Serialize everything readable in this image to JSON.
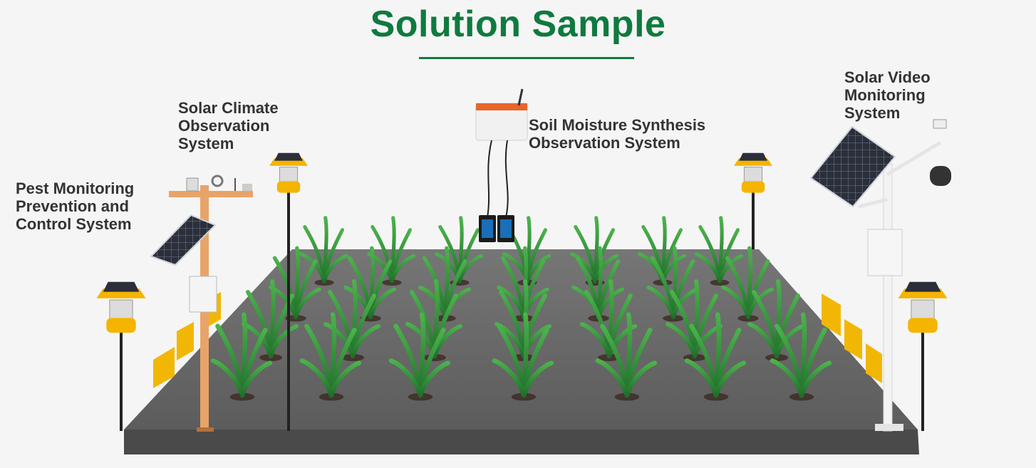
{
  "title": "Solution Sample",
  "labels": {
    "pest": [
      "Pest Monitoring",
      "Prevention and",
      "Control System"
    ],
    "climate": [
      "Solar Climate",
      "Observation",
      "System"
    ],
    "soil": [
      "Soil Moisture Synthesis",
      "Observation System"
    ],
    "video": [
      "Solar Video",
      "Monitoring",
      "System"
    ]
  },
  "colors": {
    "title": "#0f7a3f",
    "ground": "#666666",
    "ground_side": "#4a4a4a",
    "plant": "#3a9a3a",
    "trap_yellow": "#f4b400",
    "solar_panel": "#2b2f3a",
    "mast_orange": "#e8a468"
  }
}
